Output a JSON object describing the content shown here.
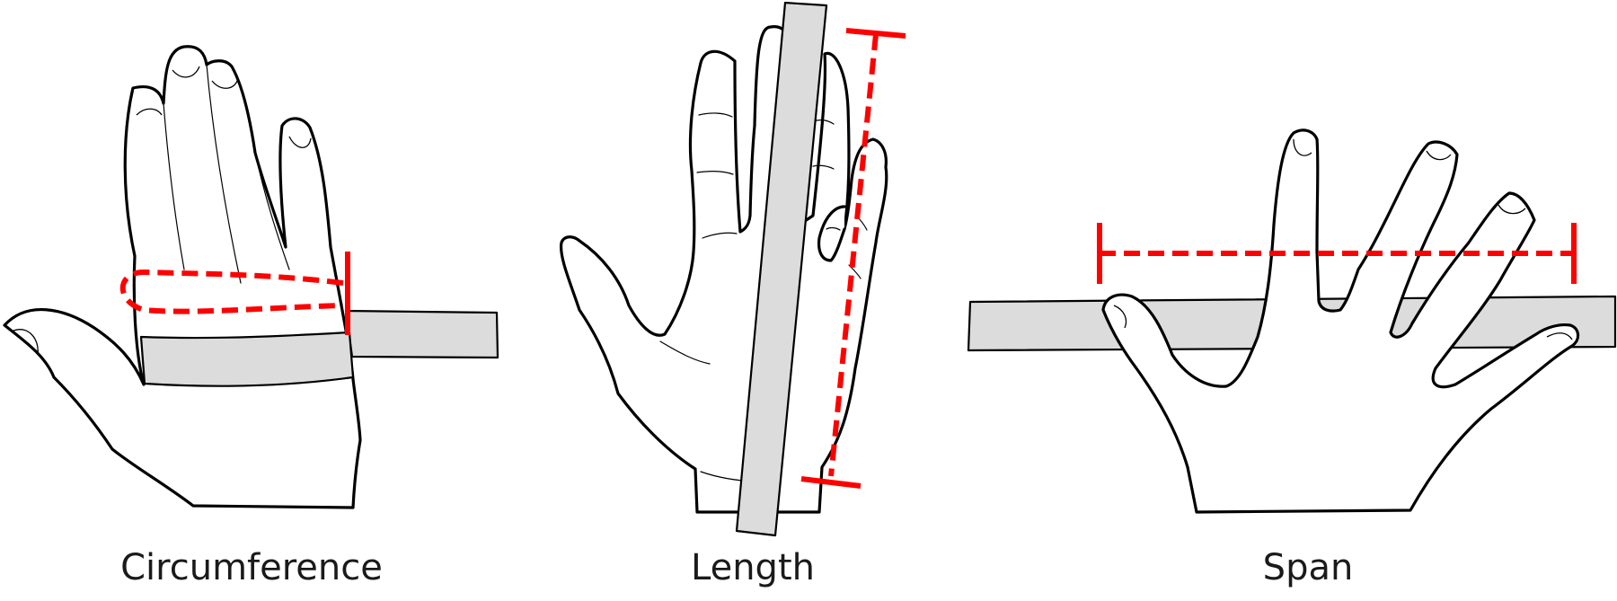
{
  "labels": {
    "circumference": "Circumference",
    "length": "Length",
    "span": "Span"
  },
  "colors": {
    "measure": "#ff0000",
    "tape": "#dcdcdc",
    "outline": "#000000",
    "background": "#ffffff"
  }
}
